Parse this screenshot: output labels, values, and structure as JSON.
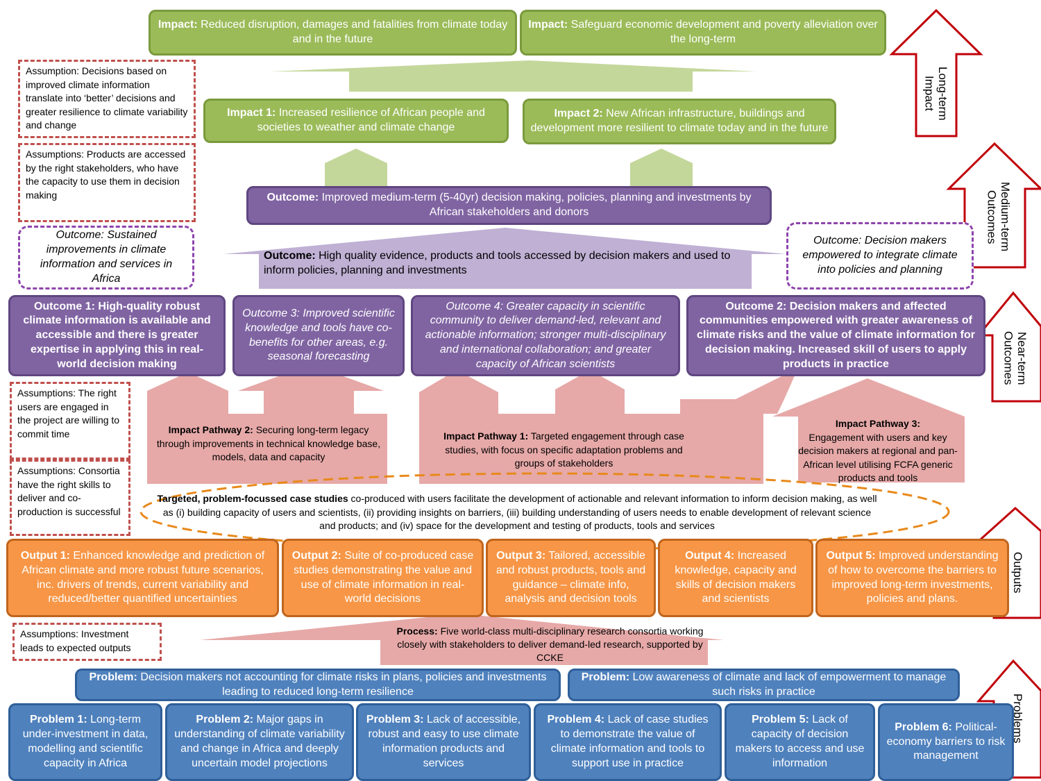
{
  "impacts_top": [
    {
      "lead": "Impact:",
      "text": "Reduced disruption, damages and fatalities from climate today and in the future"
    },
    {
      "lead": "Impact:",
      "text": "Safeguard economic development and poverty alleviation over the long-term"
    }
  ],
  "impacts_mid": [
    {
      "lead": "Impact 1:",
      "text": "Increased resilience of African people and societies to weather and climate change"
    },
    {
      "lead": "Impact 2:",
      "text": "New African infrastructure, buildings and development more resilient to climate today and in the future"
    }
  ],
  "outcome_main": {
    "lead": "Outcome:",
    "text": "Improved medium-term (5-40yr) decision making, policies, planning and investments by African stakeholders and donors"
  },
  "outcome_evidence": {
    "lead": "Outcome:",
    "text": "High quality evidence, products and tools accessed by decision makers and used to inform policies, planning and investments"
  },
  "outcome_sustained": "Outcome: Sustained improvements in climate information and services in Africa",
  "outcome_empowered": "Outcome: Decision makers empowered to integrate climate into policies and planning",
  "near_outcomes": [
    {
      "text": "Outcome 1:  High-quality robust climate information is available and accessible and there is greater expertise in applying this in real-world decision making"
    },
    {
      "text": "Outcome 3:  Improved scientific knowledge and tools have co-benefits for other areas, e.g. seasonal forecasting"
    },
    {
      "text": "Outcome 4:  Greater capacity in scientific community to deliver demand-led, relevant and actionable information; stronger multi-disciplinary and international collaboration; and greater capacity of African scientists"
    },
    {
      "text": "Outcome 2:  Decision makers and affected communities empowered with greater awareness of climate risks and the value of climate information for decision making. Increased skill of users to apply products in practice"
    }
  ],
  "assumptions": [
    "Assumption: Decisions based on improved climate information translate into ‘better’ decisions and greater resilience to climate variability and change",
    "Assumptions: Products are accessed by the right stakeholders, who have the capacity to use them in decision making",
    "Assumptions: The right users are engaged in the project are willing to commit time",
    "Assumptions: Consortia have the right skills to deliver and co-production is successful",
    "Assumptions: Investment leads to expected outputs"
  ],
  "pathways": [
    {
      "lead": "Impact Pathway 2:",
      "text": "Securing long-term legacy through improvements in technical knowledge base, models, data and capacity"
    },
    {
      "lead": "Impact Pathway 1:",
      "text": "Targeted engagement through case studies, with focus on specific adaptation problems and groups of stakeholders"
    },
    {
      "lead": "Impact Pathway 3:",
      "text": "Engagement with users and key decision makers at regional and pan-African level utilising FCFA generic products and tools"
    }
  ],
  "case_studies": {
    "lead": "Targeted, problem-focussed case studies",
    "text": "co-produced with users facilitate the development of actionable and relevant information to inform decision making, as well as (i) building capacity of users and scientists, (ii) providing insights on barriers, (iii) building understanding of users needs to enable development of relevant science and products; and (iv) space for the development and testing of products, tools and services"
  },
  "outputs": [
    {
      "lead": "Output 1:",
      "text": "Enhanced knowledge and prediction of African climate and more robust future scenarios, inc. drivers of trends, current variability and reduced/better quantified uncertainties"
    },
    {
      "lead": "Output 2:",
      "text": "Suite of co-produced case studies demonstrating the value and use of climate information in real-world decisions"
    },
    {
      "lead": "Output 3:",
      "text": "Tailored, accessible and robust products, tools and guidance – climate info, analysis and decision tools"
    },
    {
      "lead": "Output 4:",
      "text": "Increased knowledge, capacity and skills of decision makers and scientists"
    },
    {
      "lead": "Output 5:",
      "text": "Improved understanding of how to overcome the barriers to improved long-term investments, policies and plans."
    }
  ],
  "process": {
    "lead": "Process:",
    "text": "Five world-class multi-disciplinary research consortia working closely with stakeholders to deliver demand-led research, supported by CCKE"
  },
  "problems_top": [
    {
      "lead": "Problem:",
      "text": "Decision makers not accounting for climate risks in plans, policies and investments  leading to reduced long-term resilience"
    },
    {
      "lead": "Problem:",
      "text": "Low awareness of climate and lack of empowerment to manage such risks in practice"
    }
  ],
  "problems": [
    {
      "lead": "Problem 1:",
      "text": "Long-term under-investment in data, modelling and scientific capacity in Africa"
    },
    {
      "lead": "Problem 2:",
      "text": "Major gaps in understanding of climate variability and change in Africa and deeply uncertain model projections"
    },
    {
      "lead": "Problem  3:",
      "text": "Lack of accessible, robust and easy to use climate information products and services"
    },
    {
      "lead": "Problem  4:",
      "text": "Lack of case studies to demonstrate the value of climate information and  tools to support use  in practice"
    },
    {
      "lead": "Problem  5:",
      "text": "Lack of capacity of decision makers to access and use information"
    },
    {
      "lead": "Problem  6:",
      "text": "Political-economy barriers to risk management"
    }
  ],
  "side_labels": [
    "Long-term Impact",
    "Medium-term Outcomes",
    "Near-term Outcomes",
    "Outputs",
    "Problems"
  ],
  "colors": {
    "green": "#9bbb59",
    "purple": "#8064a2",
    "orange": "#f79646",
    "blue": "#4f81bd",
    "red": "#c0504d"
  }
}
